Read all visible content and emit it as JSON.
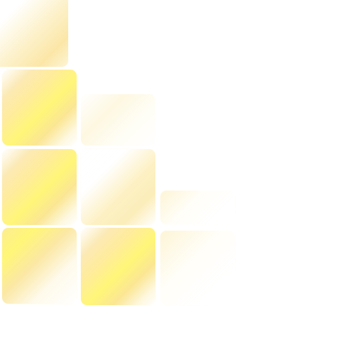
{
  "tiles": [
    {
      "name": "tile-r0-c0",
      "style": "fadeTL"
    },
    {
      "name": "tile-r1-c0",
      "style": "full"
    },
    {
      "name": "tile-r1-c1",
      "style": "faint"
    },
    {
      "name": "tile-r2-c0",
      "style": "full"
    },
    {
      "name": "tile-r2-c1",
      "style": "whiteBand"
    },
    {
      "name": "tile-r2-c2",
      "style": "trace"
    },
    {
      "name": "tile-r3-c0",
      "style": "yellowTop"
    },
    {
      "name": "tile-r3-c1",
      "style": "full"
    },
    {
      "name": "tile-r3-c2",
      "style": "trace"
    }
  ],
  "colors": {
    "background": "#ffffff",
    "accent": "#fff678",
    "accent_soft": "#f9d876"
  }
}
